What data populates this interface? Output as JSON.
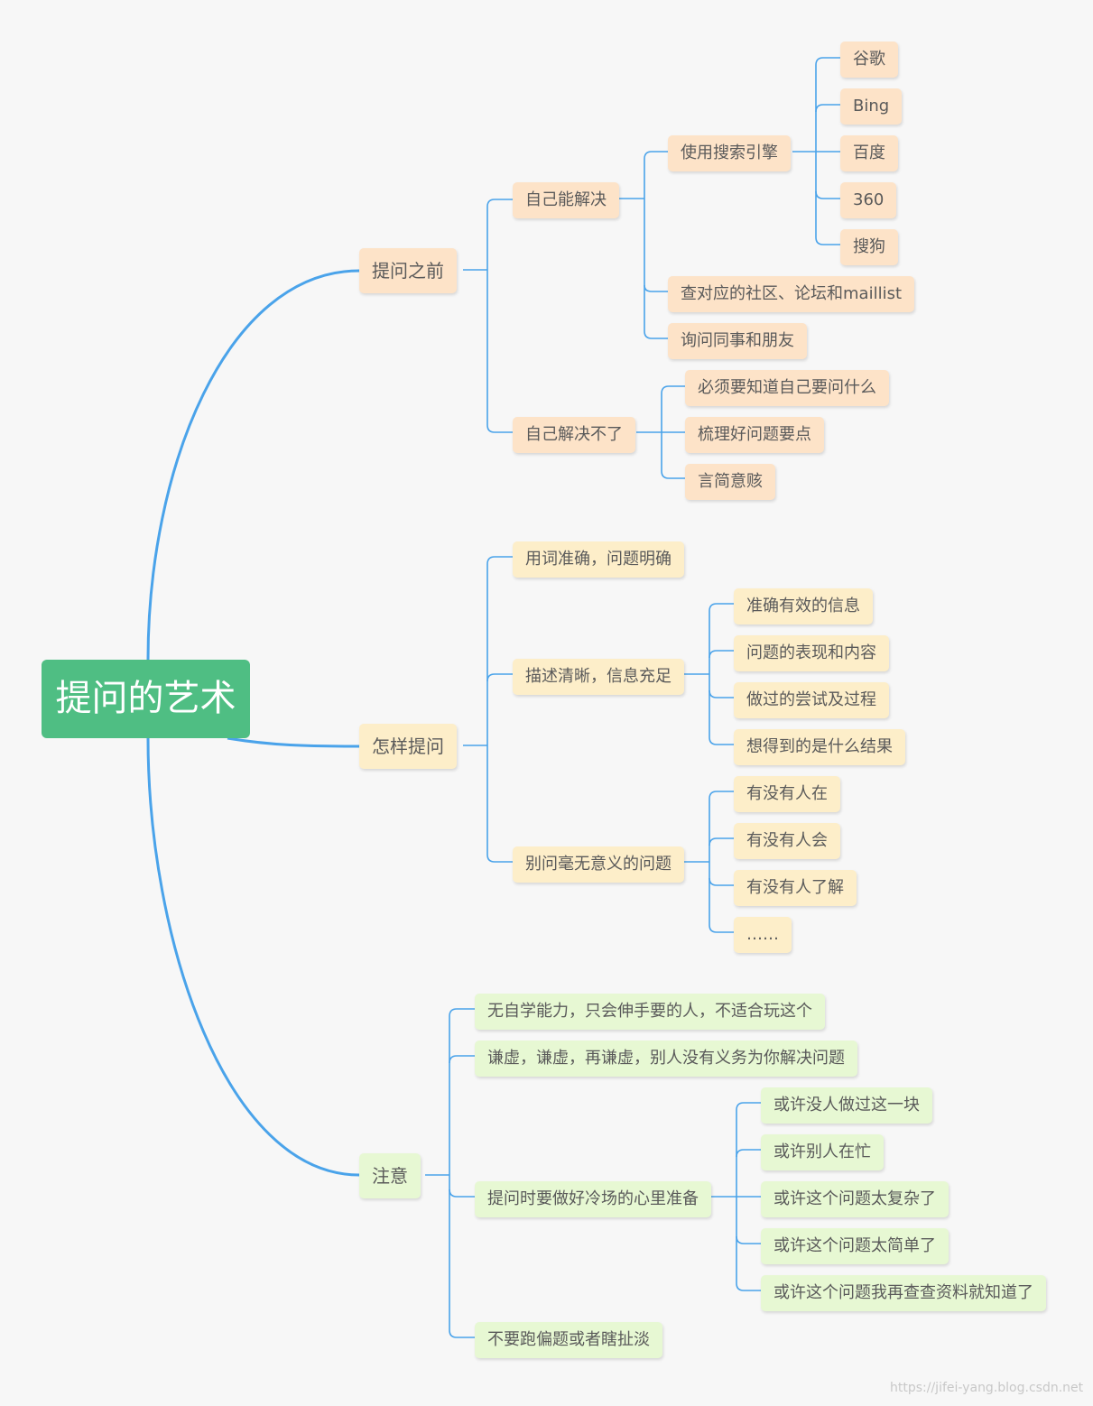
{
  "root": "提问的艺术",
  "branches": [
    {
      "label": "提问之前",
      "children": [
        {
          "label": "自己能解决",
          "children": [
            {
              "label": "使用搜索引擎",
              "children": [
                "谷歌",
                "Bing",
                "百度",
                "360",
                "搜狗"
              ]
            },
            {
              "label": "查对应的社区、论坛和maillist"
            },
            {
              "label": "询问同事和朋友"
            }
          ]
        },
        {
          "label": "自己解决不了",
          "children": [
            {
              "label": "必须要知道自己要问什么"
            },
            {
              "label": "梳理好问题要点"
            },
            {
              "label": "言简意赅"
            }
          ]
        }
      ]
    },
    {
      "label": "怎样提问",
      "children": [
        {
          "label": "用词准确，问题明确"
        },
        {
          "label": "描述清晰，信息充足",
          "children": [
            {
              "label": "准确有效的信息"
            },
            {
              "label": "问题的表现和内容"
            },
            {
              "label": "做过的尝试及过程"
            },
            {
              "label": "想得到的是什么结果"
            }
          ]
        },
        {
          "label": "别问毫无意义的问题",
          "children": [
            {
              "label": "有没有人在"
            },
            {
              "label": "有没有人会"
            },
            {
              "label": "有没有人了解"
            },
            {
              "label": "……"
            }
          ]
        }
      ]
    },
    {
      "label": "注意",
      "children": [
        {
          "label": "无自学能力，只会伸手要的人，不适合玩这个"
        },
        {
          "label": "谦虚，谦虚，再谦虚，别人没有义务为你解决问题"
        },
        {
          "label": "提问时要做好冷场的心里准备",
          "children": [
            {
              "label": "或许没人做过这一块"
            },
            {
              "label": "或许别人在忙"
            },
            {
              "label": "或许这个问题太复杂了"
            },
            {
              "label": "或许这个问题太简单了"
            },
            {
              "label": "或许这个问题我再查查资料就知道了"
            }
          ]
        },
        {
          "label": "不要跑偏题或者瞎扯淡"
        }
      ]
    }
  ],
  "watermark": "https://jifei-yang.blog.csdn.net",
  "colors": {
    "root": "#4fbe83",
    "line": "#4aa3ea",
    "branch1": "#fde3c8",
    "branch2": "#fdeec9",
    "branch3": "#e7f8d3",
    "text": "#5a5a5a"
  }
}
